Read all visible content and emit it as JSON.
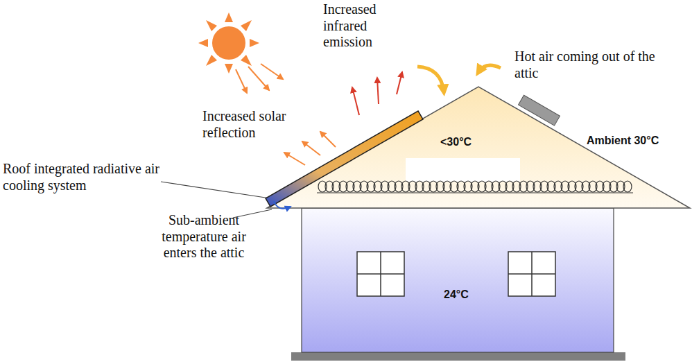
{
  "diagram": {
    "nodes": [
      {
        "text": [
          "<30°C"
        ]
      },
      {
        "text": [
          "24°C"
        ]
      }
    ],
    "labels": [
      "Increased infrared emission",
      "Hot air coming out of the attic",
      "Increased solar reflection",
      "Ambient 30°C",
      "Roof integrated radiative air cooling system",
      "Sub-ambient temperature air enters the attic"
    ]
  }
}
